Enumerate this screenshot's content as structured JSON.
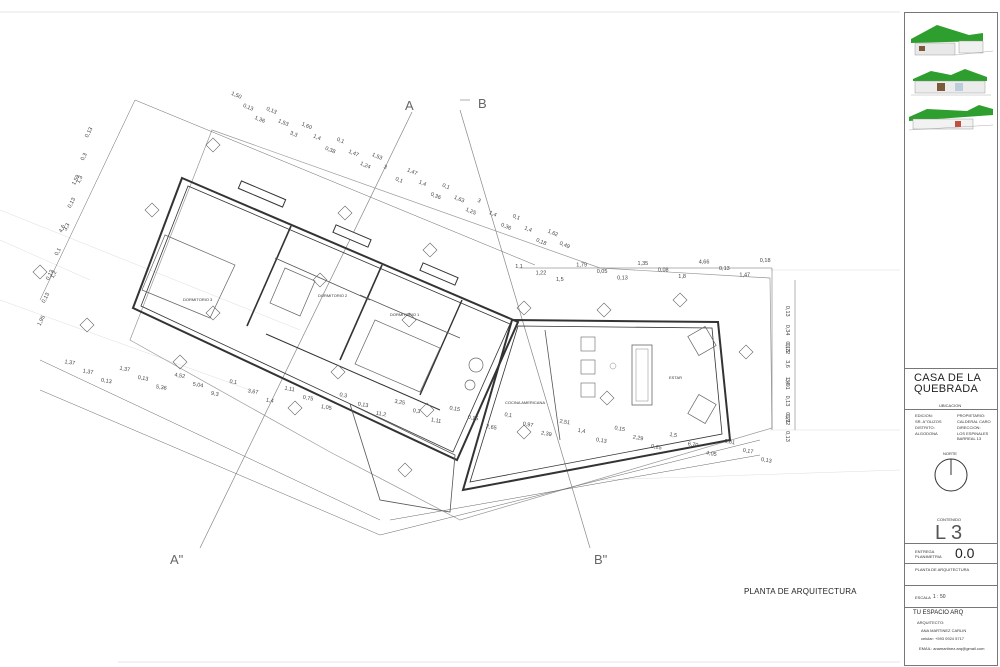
{
  "plan": {
    "title": "PLANTA DE ARQUITECTURA",
    "section_marks": {
      "a_top": "A",
      "b_top": "B",
      "a_bottom": "A\"",
      "b_bottom": "B\""
    },
    "rooms": {
      "dorm3": "DORMITORIO 3",
      "dorm2": "DORMITORIO 2",
      "dorm1": "DORMITORIO 1",
      "kitchen": "COCINA AMERICANA",
      "living": "ESTAR"
    },
    "dims_top": [
      "1,50",
      "0,13",
      "1,36",
      "0,13",
      "1,53",
      "3,3",
      "1,60",
      "1,4",
      "0,38",
      "0,1",
      "1,47",
      "1,24",
      "1,53",
      "3",
      "0,1",
      "1,47",
      "1,4",
      "0,36",
      "0,1",
      "1,63",
      "1,25",
      "3",
      "1,4",
      "0,36",
      "0,1",
      "1,4",
      "0,18",
      "1,62",
      "0,49"
    ],
    "dims_left": [
      "0,13",
      "0,3",
      "1,3",
      "1,59",
      "0,13",
      "3,3",
      "4,6",
      "0,1",
      "1,2",
      "0,13",
      "0,13",
      "1,95"
    ],
    "dims_right_top": [
      "1,1",
      "1,22",
      "1,5",
      "1,79",
      "0,05",
      "0,13",
      "1,35",
      "0,08",
      "1,8",
      "4,66",
      "0,13",
      "1,47",
      "0,18"
    ],
    "dims_right_side": [
      "0,13",
      "0,34",
      "0,72",
      "0,13",
      "3,6",
      "3,91",
      "1,4",
      "0,13",
      "0,72",
      "0,21",
      "0,13"
    ],
    "dims_bottom": [
      "1,37",
      "1,37",
      "0,13",
      "1,37",
      "0,13",
      "5,36",
      "4,52",
      "5,04",
      "9,3",
      "0,1",
      "3,67",
      "1,4",
      "1,11",
      "0,75",
      "1,05",
      "0,3",
      "0,13",
      "11,2",
      "3,25",
      "0,3",
      "1,11",
      "0,15",
      "0,15",
      "2,65",
      "0,1",
      "0,97",
      "2,39",
      "2,51",
      "1,4",
      "0,13",
      "0,15",
      "2,29",
      "0,25",
      "1,5",
      "6,70",
      "4,05",
      "0,61",
      "0,17",
      "0,13"
    ]
  },
  "title_block": {
    "project_line1": "CASA DE LA",
    "project_line2": "QUEBRADA",
    "location_label": "UBICACION",
    "info": [
      {
        "label": "EDICION:",
        "value": "SR. A°OLIZOS"
      },
      {
        "label": "PROPIETARIO:",
        "value": "CALDERAL CARO"
      },
      {
        "label": "DISTRITO:",
        "value": "ALGODONA"
      },
      {
        "label": "DIRECCION:",
        "value": "LOS ESPINALES BARREAL 13"
      }
    ],
    "north_label": "NORTE",
    "content_label": "CONTENIDO",
    "sheet_code": "L 3",
    "delivery_label": "ENTREGA PLANIMETRIA",
    "delivery_value": "0.0",
    "sheet_description": "PLANTA DE ARQUITECTURA",
    "scale_label": "ESCALA",
    "scale_value": "1 : 50",
    "firm_name": "TU ESPACIO ARQ",
    "architect_label": "ARQUITECTO:",
    "architect_name": "ANA MARTINEZ CARLIN",
    "phone": "celular: +593 0924 5717",
    "email": "EMAIL: anamartinez.arq@gmail.com"
  },
  "colors": {
    "roof": "#2e9e2e",
    "line": "#333333",
    "dim": "#555555"
  }
}
